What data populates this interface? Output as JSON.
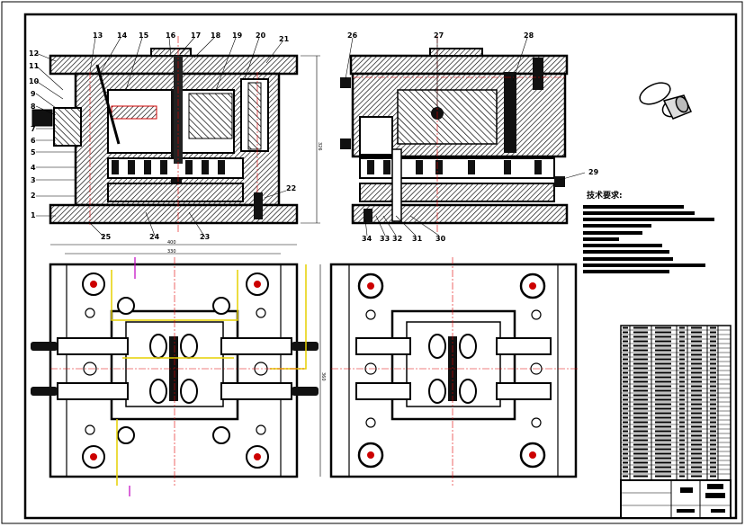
{
  "drawing": {
    "tech_req_title": "技术要求:",
    "callouts_front": [
      "1",
      "2",
      "3",
      "4",
      "5",
      "6",
      "7",
      "8",
      "9",
      "10",
      "11",
      "12",
      "13",
      "14",
      "15",
      "16",
      "17",
      "18",
      "19",
      "20",
      "21",
      "22",
      "23",
      "24",
      "25"
    ],
    "callouts_side": [
      "26",
      "27",
      "28",
      "29",
      "30",
      "31",
      "32",
      "33",
      "34"
    ],
    "dim_height": "326",
    "dim_width_outer": "400",
    "dim_width_inner": "330",
    "dim_plan_height": "360"
  },
  "colors": {
    "ink": "#000000",
    "centerline": "#e00000",
    "cooling": "#e6d000",
    "accent": "#c000c0",
    "hatch": "#000000"
  },
  "icons": [
    "part-isometric-icon"
  ]
}
